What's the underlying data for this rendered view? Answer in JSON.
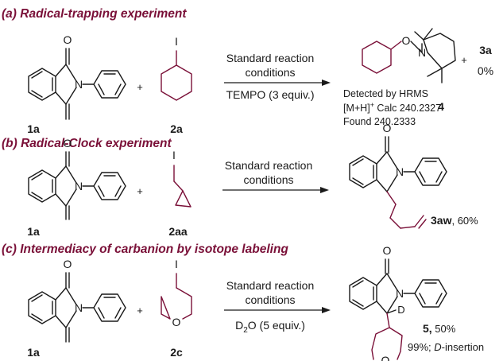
{
  "headers": {
    "a": "(a) Radical-trapping experiment",
    "b": "(b) Radical-Clock experiment",
    "c": "(c) Intermediacy of carbanion by isotope labeling"
  },
  "atoms": {
    "O": "O",
    "N": "N",
    "I": "I",
    "D": "D"
  },
  "plus": "+",
  "panel_a": {
    "substrate": "1a",
    "reagent": "2a",
    "cond_line1": "Standard reaction",
    "cond_line2": "conditions",
    "additive": "TEMPO (3 equiv.)",
    "product": "4",
    "side_product": "3a",
    "side_yield": "0%",
    "detected": "Detected by HRMS",
    "calc_prefix": "[M+H]",
    "calc_sup": "+",
    "calc_value": " Calc 240.2327",
    "found": "Found 240.2333"
  },
  "panel_b": {
    "substrate": "1a",
    "reagent": "2aa",
    "cond_line1": "Standard reaction",
    "cond_line2": "conditions",
    "product": "3aw",
    "yield": ", 60%"
  },
  "panel_c": {
    "substrate": "1a",
    "reagent": "2c",
    "cond_line1": "Standard reaction",
    "cond_line2": "conditions",
    "additive_d": "D",
    "additive_sub": "2",
    "additive_rest": "O (5 equiv.)",
    "product": "5,",
    "yield": " 50%",
    "dinsert_pct": "99%; ",
    "dinsert_d": "D",
    "dinsert_rest": "-insertion"
  }
}
